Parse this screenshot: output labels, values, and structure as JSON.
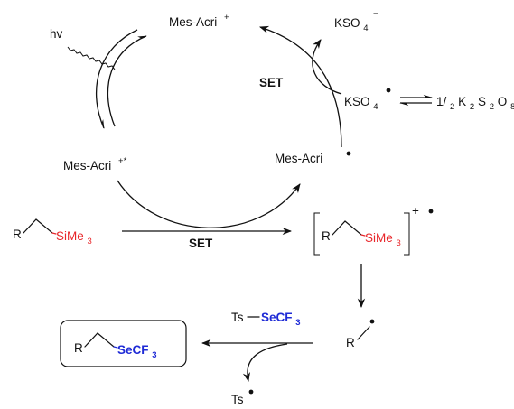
{
  "labels": {
    "hv": "hv",
    "cat_ground": "Mes-Acri",
    "cat_ground_charge": "+",
    "cat_excited": "Mes-Acri",
    "cat_excited_mark": "+*",
    "cat_radical": "Mes-Acri",
    "set_top": "SET",
    "set_mid": "SET",
    "kso4_radical": "KSO",
    "kso4_sub": "4",
    "kso4_anion": "KSO",
    "kso4_anion_sub": "4",
    "kso4_anion_charge": "−",
    "persulfate_coef": "1/",
    "persulfate_coef_sub": "2",
    "persulfate_k": " K",
    "persulfate_k_sub": "2",
    "persulfate_s": "S",
    "persulfate_s_sub": "2",
    "persulfate_o": "O",
    "persulfate_o_sub": "8",
    "substrate_r": "R",
    "substrate_si": "SiMe",
    "substrate_si_sub": "3",
    "radcat_r": "R",
    "radcat_si": "SiMe",
    "radcat_si_sub": "3",
    "radcat_charge": "+",
    "alkyl_r": "R",
    "reagent_ts": "Ts",
    "reagent_se": "SeCF",
    "reagent_se_sub": "3",
    "ts_radical": "Ts",
    "product_r": "R",
    "product_se": "SeCF",
    "product_se_sub": "3"
  },
  "colors": {
    "silicon": "#e8262a",
    "selenium": "#1f2bd6",
    "ink": "#111111"
  }
}
